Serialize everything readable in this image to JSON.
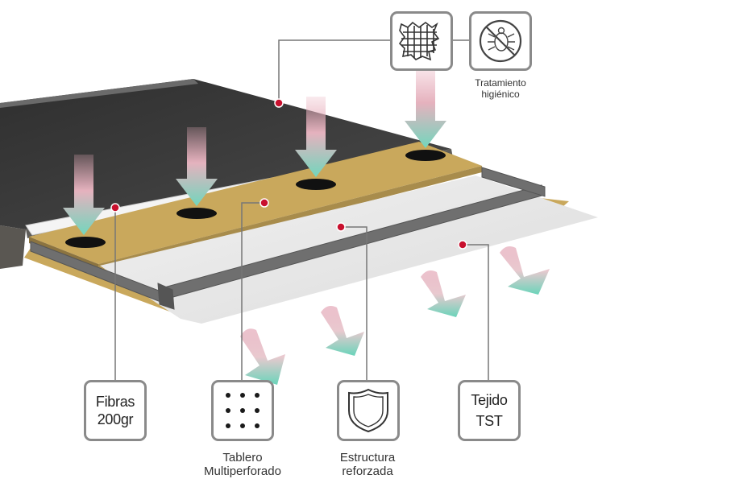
{
  "labels": {
    "fibras": [
      "Fibras",
      "200gr"
    ],
    "tejido": [
      "Tejido",
      "TST"
    ],
    "tablero": [
      "Tablero",
      "Multiperforado"
    ],
    "estructura": [
      "Estructura",
      "reforzada"
    ],
    "tratamiento": [
      "Tratamiento",
      "higiénico"
    ]
  },
  "icons": {
    "fibers": "fiber-mesh-icon",
    "anti_mite": "no-mite-icon",
    "perforated": "perforated-board-icon",
    "shield": "shield-icon"
  },
  "colors": {
    "box_border": "#8a8a8a",
    "marker": "#c8102e",
    "mattress": "#3c3c3c",
    "board": "#c9a85c",
    "frame": "#6e6e6e",
    "fabric": "#e7e7e7",
    "arrow_top": "#e7aebc",
    "arrow_bottom": "#7fd9c2"
  }
}
